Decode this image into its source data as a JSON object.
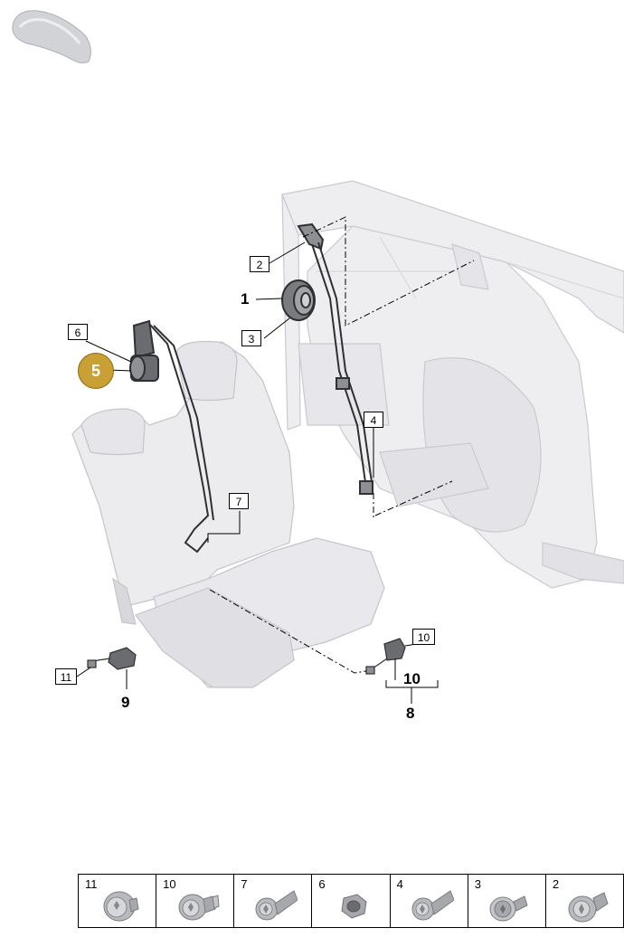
{
  "callouts": {
    "c1": "1",
    "c2": "2",
    "c3": "3",
    "c4": "4",
    "c5": "5",
    "c6": "6",
    "c7": "7",
    "c8": "8",
    "c9": "9",
    "c10_bold": "10",
    "c10_box": "10",
    "c11": "11"
  },
  "legend": [
    {
      "num": "11",
      "icon": "bolt-flanged-short"
    },
    {
      "num": "10",
      "icon": "bolt-stepped"
    },
    {
      "num": "7",
      "icon": "bolt-long-shank"
    },
    {
      "num": "6",
      "icon": "hex-nut"
    },
    {
      "num": "4",
      "icon": "bolt-long-shank"
    },
    {
      "num": "3",
      "icon": "bolt-washer"
    },
    {
      "num": "2",
      "icon": "bolt-flanged"
    }
  ],
  "colors": {
    "highlight": "#c9a035",
    "part_fill": "#e9e9ec",
    "part_line": "#c4c4c9",
    "belt": "#55565a"
  }
}
